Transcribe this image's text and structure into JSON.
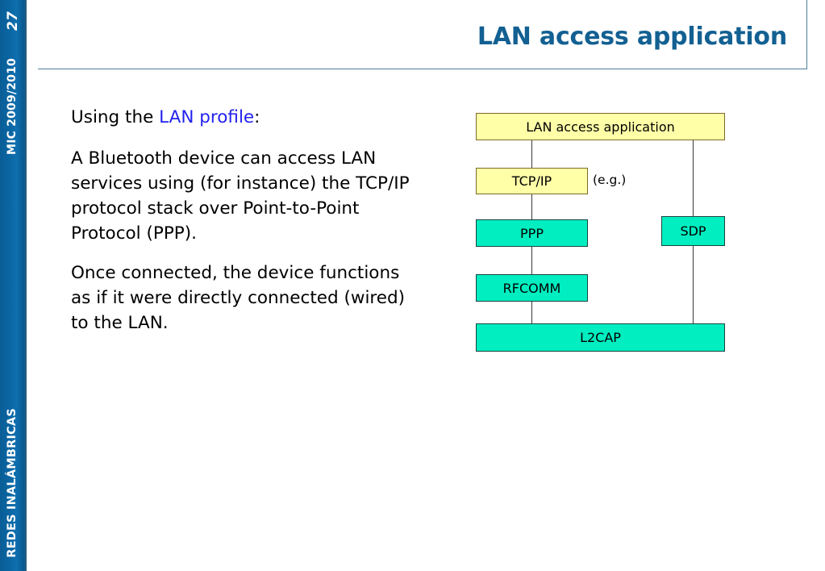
{
  "sidebar": {
    "page_number": "27",
    "course_code": "MIC 2009/2010",
    "course_title": "REDES INALÁMBRICAS",
    "background_color": "#0a66a3"
  },
  "header": {
    "title": "LAN access application",
    "title_color": "#136092",
    "rule_color": "#4e7f96"
  },
  "content": {
    "paragraphs": [
      {
        "id": "intro",
        "prefix": "Using the ",
        "accent": "LAN profile",
        "accent_color": "#2222ee",
        "suffix": ":"
      },
      {
        "id": "description",
        "text": "A Bluetooth device can access LAN services using (for instance) the TCP/IP protocol stack over Point-to-Point Protocol (PPP)."
      },
      {
        "id": "conclusion",
        "text": "Once connected, the device functions as if it were directly connected (wired) to the LAN."
      }
    ]
  },
  "diagram": {
    "type": "protocol-stack",
    "note": "(e.g.)",
    "colors": {
      "application_layer": "#ffffa8",
      "bluetooth_layer": "#00eec0",
      "yellow_border": "#7d6b25",
      "green_border": "#17443f",
      "connector": "#3a3a3a"
    },
    "nodes": [
      {
        "id": "lan-access-application",
        "label": "LAN access application",
        "layer": "application",
        "color": "yellow"
      },
      {
        "id": "tcpip",
        "label": "TCP/IP",
        "layer": "application",
        "color": "yellow"
      },
      {
        "id": "ppp",
        "label": "PPP",
        "layer": "bluetooth",
        "color": "green"
      },
      {
        "id": "rfcomm",
        "label": "RFCOMM",
        "layer": "bluetooth",
        "color": "green"
      },
      {
        "id": "l2cap",
        "label": "L2CAP",
        "layer": "bluetooth",
        "color": "green"
      },
      {
        "id": "sdp",
        "label": "SDP",
        "layer": "bluetooth",
        "color": "green"
      }
    ],
    "links": [
      {
        "from": "lan-access-application",
        "to": "tcpip"
      },
      {
        "from": "tcpip",
        "to": "ppp"
      },
      {
        "from": "ppp",
        "to": "rfcomm"
      },
      {
        "from": "rfcomm",
        "to": "l2cap"
      },
      {
        "from": "lan-access-application",
        "to": "sdp"
      },
      {
        "from": "sdp",
        "to": "l2cap"
      }
    ]
  }
}
